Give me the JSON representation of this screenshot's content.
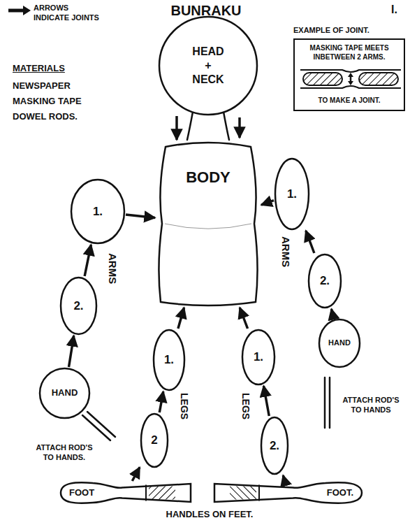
{
  "diagram": {
    "title": "BUNRAKU",
    "nodes": [
      {
        "text": [
          "HEAD + NECK"
        ]
      },
      {
        "text": [
          "BODY"
        ]
      },
      {
        "text": [
          "1."
        ]
      },
      {
        "text": [
          "2."
        ]
      },
      {
        "text": [
          "HAND"
        ]
      },
      {
        "text": [
          "1."
        ]
      },
      {
        "text": [
          "2."
        ]
      },
      {
        "text": [
          "HAND"
        ]
      },
      {
        "text": [
          "1."
        ]
      },
      {
        "text": [
          "2"
        ]
      },
      {
        "text": [
          "1."
        ]
      },
      {
        "text": [
          "2."
        ]
      },
      {
        "text": [
          "FOOT"
        ]
      },
      {
        "text": [
          "FOOT."
        ]
      },
      {
        "text": [
          "EXAMPLE OF JOINT.",
          "MASKING TAPE MEETS INBETWEEN 2 ARMS.",
          "TO MAKE A JOINT."
        ]
      }
    ],
    "edges": [
      {
        "from": 0,
        "to": 1,
        "arrow": "to"
      },
      {
        "from": 2,
        "to": 1,
        "arrow": "to"
      },
      {
        "from": 3,
        "to": 2,
        "arrow": "to"
      },
      {
        "from": 4,
        "to": 3,
        "arrow": "to"
      },
      {
        "from": 5,
        "to": 1,
        "arrow": "to"
      },
      {
        "from": 6,
        "to": 5,
        "arrow": "to"
      },
      {
        "from": 7,
        "to": 6,
        "arrow": "to"
      },
      {
        "from": 8,
        "to": 1,
        "arrow": "to"
      },
      {
        "from": 9,
        "to": 8,
        "arrow": "to"
      },
      {
        "from": 12,
        "to": 9,
        "arrow": "to"
      },
      {
        "from": 10,
        "to": 1,
        "arrow": "to"
      },
      {
        "from": 11,
        "to": 10,
        "arrow": "to"
      },
      {
        "from": 13,
        "to": 11,
        "arrow": "to"
      }
    ],
    "labels": [
      "I.",
      "ARROWS INDICATE JOINTS",
      "MATERIALS",
      "NEWSPAPER",
      "MASKING TAPE",
      "DOWEL RODS.",
      "ARMS",
      "ARMS",
      "ATTACH ROD'S TO HANDS.",
      "ATTACH ROD'S TO HANDS",
      "LEGS",
      "LEGS",
      "HANDLES ON FEET."
    ]
  }
}
